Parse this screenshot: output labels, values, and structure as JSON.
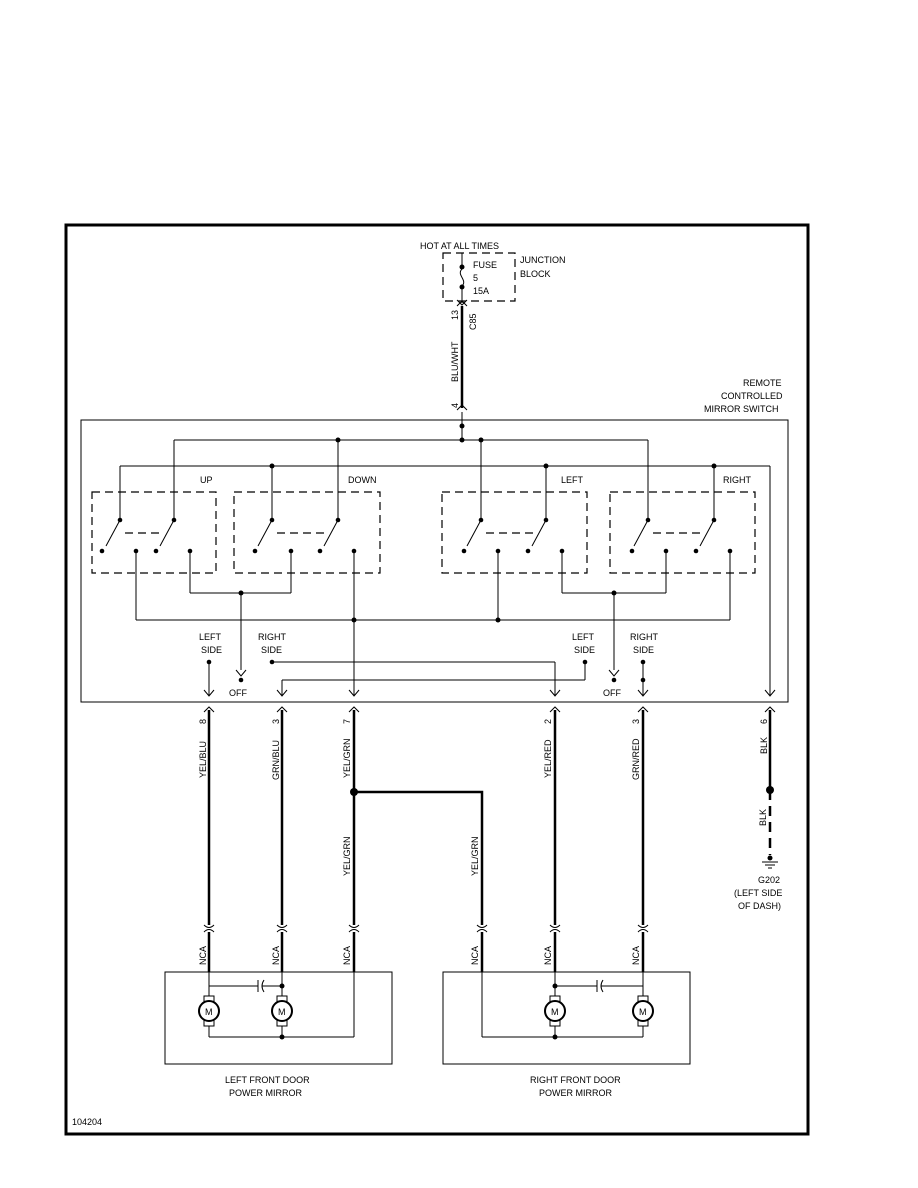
{
  "power": {
    "hot": "HOT AT ALL TIMES",
    "fuse": "FUSE",
    "fuse_num": "5",
    "fuse_amp": "15A",
    "block1": "JUNCTION",
    "block2": "BLOCK",
    "pin_in": "13",
    "connector": "C85",
    "wire_in": "BLU/WHT",
    "pin_switch": "4"
  },
  "switch": {
    "title1": "REMOTE",
    "title2": "CONTROLLED",
    "title3": "MIRROR SWITCH",
    "up": "UP",
    "down": "DOWN",
    "left": "LEFT",
    "right": "RIGHT",
    "left_side1": "LEFT",
    "left_side2": "SIDE",
    "right_side1": "RIGHT",
    "right_side2": "SIDE",
    "off": "OFF"
  },
  "wires": [
    {
      "pin": "8",
      "color": "YEL/BLU"
    },
    {
      "pin": "3",
      "color": "GRN/BLU"
    },
    {
      "pin": "7",
      "color": "YEL/GRN"
    },
    {
      "pin": "2",
      "color": "YEL/RED"
    },
    {
      "pin": "3",
      "color": "GRN/RED"
    },
    {
      "pin": "6",
      "color": "BLK"
    }
  ],
  "splice_wire1": "YEL/GRN",
  "splice_wire2": "YEL/GRN",
  "ground": {
    "wire": "BLK",
    "id": "G202",
    "loc1": "(LEFT SIDE",
    "loc2": "OF DASH)"
  },
  "nca": "NCA",
  "motor": "M",
  "left_mirror": {
    "line1": "LEFT FRONT DOOR",
    "line2": "POWER MIRROR"
  },
  "right_mirror": {
    "line1": "RIGHT FRONT DOOR",
    "line2": "POWER MIRROR"
  },
  "diagram_id": "104204"
}
